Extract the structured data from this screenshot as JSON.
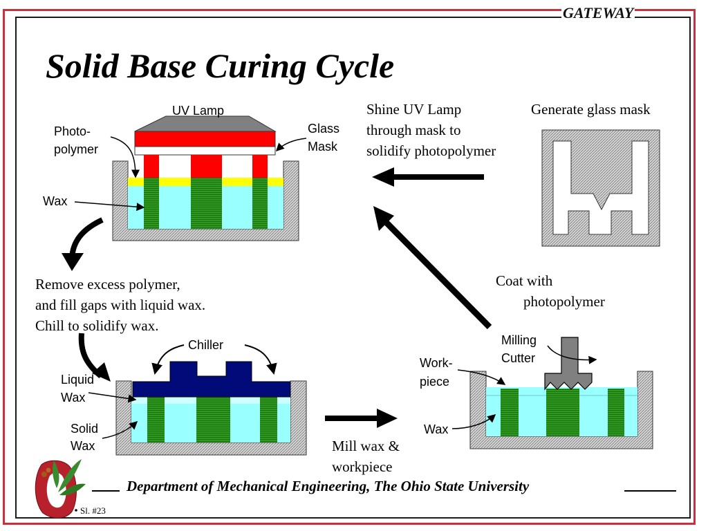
{
  "header": {
    "brand": "GATEWAY",
    "title": "Solid Base Curing Cycle"
  },
  "steps": {
    "shine_line1": "Shine UV Lamp",
    "shine_line2": "through mask to",
    "shine_line3": "solidify photopolymer",
    "mask": "Generate glass mask",
    "remove_line1": "Remove excess polymer,",
    "remove_line2": "and fill gaps with liquid wax.",
    "remove_line3": "Chill to solidify wax.",
    "coat_line1": "Coat with",
    "coat_line2": "photopolymer",
    "mill_line1": "Mill wax &",
    "mill_line2": "workpiece"
  },
  "labels": {
    "uv_lamp": "UV Lamp",
    "photo1": "Photo-",
    "photo2": "polymer",
    "glass1": "Glass",
    "glass2": "Mask",
    "wax": "Wax",
    "chiller": "Chiller",
    "liquid1": "Liquid",
    "liquid2": "Wax",
    "solid1": "Solid",
    "solid2": "Wax",
    "milling1": "Milling",
    "milling2": "Cutter",
    "work1": "Work-",
    "work2": "piece"
  },
  "footer": {
    "department": "Department of Mechanical Engineering, The Ohio State University",
    "slide": "Sl. #23"
  },
  "colors": {
    "frame_red": "#c8303c",
    "lamp_red": "#ff0000",
    "wax_cyan": "#99ffff",
    "cured_green": "#2d9a1e",
    "photopolymer_yellow": "#ffff00",
    "chiller_navy": "#000a78",
    "cutter_gray": "#808080",
    "tank_gray": "#c8c8c8",
    "logo_red": "#b8202c",
    "leaf_green": "#3a8a30"
  }
}
